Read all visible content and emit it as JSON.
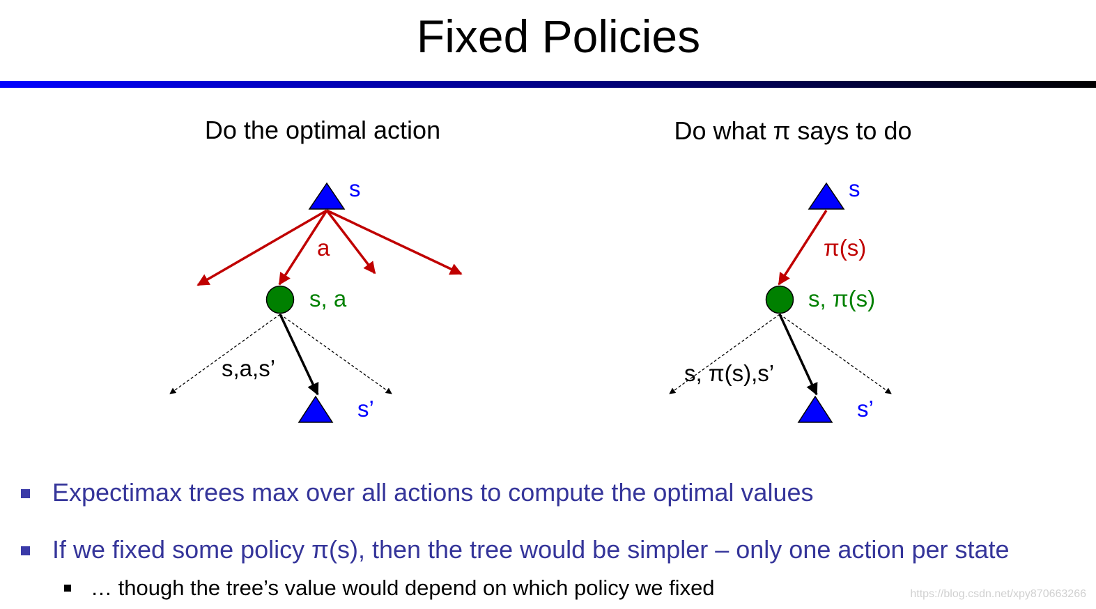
{
  "slide": {
    "title": "Fixed Policies"
  },
  "left_tree": {
    "heading": "Do the optimal action",
    "state_label": "s",
    "action_label": "a",
    "qstate_label": "s, a",
    "transition_label": "s,a,s’",
    "next_state_label": "s’"
  },
  "right_tree": {
    "heading": "Do what π says to do",
    "state_label": "s",
    "action_label": "π(s)",
    "qstate_label": "s, π(s)",
    "transition_label": "s, π(s),s’",
    "next_state_label": "s’"
  },
  "bullets": [
    {
      "text": "Expectimax trees max over all actions to compute the optimal values"
    },
    {
      "text": "If we fixed some policy π(s), then the tree would be simpler – only one action per state"
    }
  ],
  "sub_bullets": [
    {
      "text": "… though the tree’s value would depend on which policy we fixed"
    }
  ],
  "watermark": "https://blog.csdn.net/xpy870663266",
  "colors": {
    "state_fill": "#0000ff",
    "qstate_fill": "#008000",
    "action_arrow": "#c00000",
    "state_label": "#0000ff",
    "qstate_label": "#008000",
    "bullet_text": "#35359a"
  }
}
